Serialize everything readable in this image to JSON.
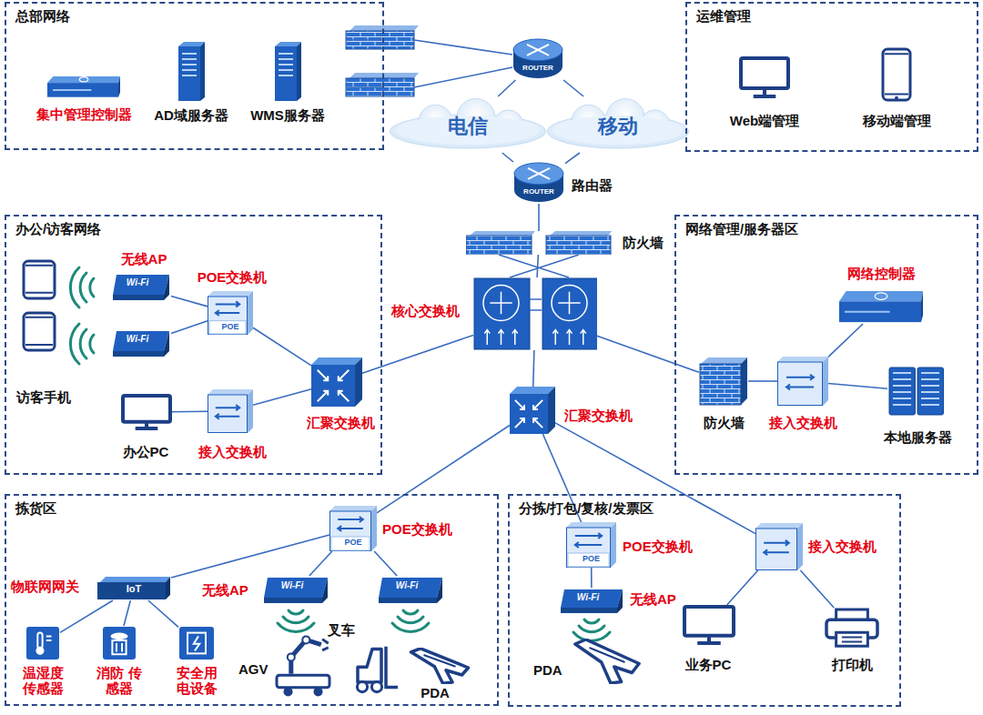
{
  "diagram": {
    "nodes": [
      {
        "text": [
          "总部网络"
        ]
      },
      {
        "text": [
          "集中管理控制器"
        ],
        "in": 0
      },
      {
        "text": [
          "AD域服务器"
        ],
        "in": 0
      },
      {
        "text": [
          "WMS服务器"
        ],
        "in": 0
      },
      {
        "text": [
          "ROUTER"
        ]
      },
      {
        "text": [
          "电信"
        ]
      },
      {
        "text": [
          "移动"
        ]
      },
      {
        "text": [
          "运维管理"
        ]
      },
      {
        "text": [
          "Web端管理"
        ],
        "in": 7
      },
      {
        "text": [
          "移动端管理"
        ],
        "in": 7
      },
      {
        "text": [
          "ROUTER",
          "路由器"
        ]
      },
      {
        "text": [
          "防火墙"
        ]
      },
      {
        "text": [
          "核心交换机"
        ]
      },
      {
        "text": [
          "办公/访客网络"
        ]
      },
      {
        "text": [
          "访客手机"
        ],
        "in": 13
      },
      {
        "text": [
          "无线AP",
          "Wi-Fi"
        ],
        "in": 13
      },
      {
        "text": [
          "Wi-Fi"
        ],
        "in": 13
      },
      {
        "text": [
          "POE交换机",
          "POE"
        ],
        "in": 13
      },
      {
        "text": [
          "办公PC"
        ],
        "in": 13
      },
      {
        "text": [
          "接入交换机"
        ],
        "in": 13
      },
      {
        "text": [
          "汇聚交换机"
        ],
        "in": 13
      },
      {
        "text": [
          "网络管理/服务器区"
        ]
      },
      {
        "text": [
          "网络控制器"
        ],
        "in": 21
      },
      {
        "text": [
          "防火墙"
        ],
        "in": 21
      },
      {
        "text": [
          "接入交换机"
        ],
        "in": 21
      },
      {
        "text": [
          "本地服务器"
        ],
        "in": 21
      },
      {
        "text": [
          "汇聚交换机"
        ]
      },
      {
        "text": [
          "拣货区"
        ]
      },
      {
        "text": [
          "POE",
          "POE交换机"
        ],
        "in": 27
      },
      {
        "text": [
          "物联网网关",
          "IoT"
        ],
        "in": 27
      },
      {
        "text": [
          "无线AP",
          "Wi-Fi"
        ],
        "in": 27
      },
      {
        "text": [
          "Wi-Fi"
        ],
        "in": 27
      },
      {
        "text": [
          "温湿度 传感器"
        ],
        "in": 27
      },
      {
        "text": [
          "消防 传感器"
        ],
        "in": 27
      },
      {
        "text": [
          "安全用 电设备"
        ],
        "in": 27
      },
      {
        "text": [
          "AGV"
        ],
        "in": 27
      },
      {
        "text": [
          "叉车"
        ],
        "in": 27
      },
      {
        "text": [
          "PDA"
        ],
        "in": 27
      },
      {
        "text": [
          "分拣/打包/复核/发票区"
        ]
      },
      {
        "text": [
          "POE",
          "POE交换机"
        ],
        "in": 38
      },
      {
        "text": [
          "Wi-Fi",
          "无线AP"
        ],
        "in": 38
      },
      {
        "text": [
          "PDA"
        ],
        "in": 38
      },
      {
        "text": [
          "接入交换机"
        ],
        "in": 38
      },
      {
        "text": [
          "业务PC"
        ],
        "in": 38
      },
      {
        "text": [
          "打印机"
        ],
        "in": 38
      }
    ],
    "edges": [
      {
        "from": 4,
        "to": 5,
        "arrow": "none"
      },
      {
        "from": 4,
        "to": 6,
        "arrow": "none"
      },
      {
        "from": 5,
        "to": 10,
        "arrow": "none"
      },
      {
        "from": 6,
        "to": 10,
        "arrow": "none"
      },
      {
        "from": 10,
        "to": 11,
        "arrow": "none"
      },
      {
        "from": 11,
        "to": 12,
        "arrow": "none"
      },
      {
        "from": 12,
        "to": 20,
        "arrow": "none"
      },
      {
        "from": 12,
        "to": 26,
        "arrow": "none"
      },
      {
        "from": 12,
        "to": 23,
        "arrow": "none"
      },
      {
        "from": 20,
        "to": 17,
        "arrow": "none"
      },
      {
        "from": 20,
        "to": 19,
        "arrow": "none"
      },
      {
        "from": 17,
        "to": 15,
        "arrow": "none"
      },
      {
        "from": 17,
        "to": 16,
        "arrow": "none"
      },
      {
        "from": 19,
        "to": 18,
        "arrow": "none"
      },
      {
        "from": 23,
        "to": 24,
        "arrow": "none"
      },
      {
        "from": 24,
        "to": 22,
        "arrow": "none"
      },
      {
        "from": 24,
        "to": 25,
        "arrow": "none"
      },
      {
        "from": 26,
        "to": 28,
        "arrow": "none"
      },
      {
        "from": 26,
        "to": 39,
        "arrow": "none"
      },
      {
        "from": 26,
        "to": 42,
        "arrow": "none"
      },
      {
        "from": 28,
        "to": 29,
        "arrow": "none"
      },
      {
        "from": 28,
        "to": 30,
        "arrow": "none"
      },
      {
        "from": 28,
        "to": 31,
        "arrow": "none"
      },
      {
        "from": 29,
        "to": 32,
        "arrow": "none"
      },
      {
        "from": 29,
        "to": 33,
        "arrow": "none"
      },
      {
        "from": 29,
        "to": 34,
        "arrow": "none"
      },
      {
        "from": 39,
        "to": 40,
        "arrow": "none"
      },
      {
        "from": 42,
        "to": 43,
        "arrow": "none"
      },
      {
        "from": 42,
        "to": 44,
        "arrow": "none"
      }
    ]
  }
}
